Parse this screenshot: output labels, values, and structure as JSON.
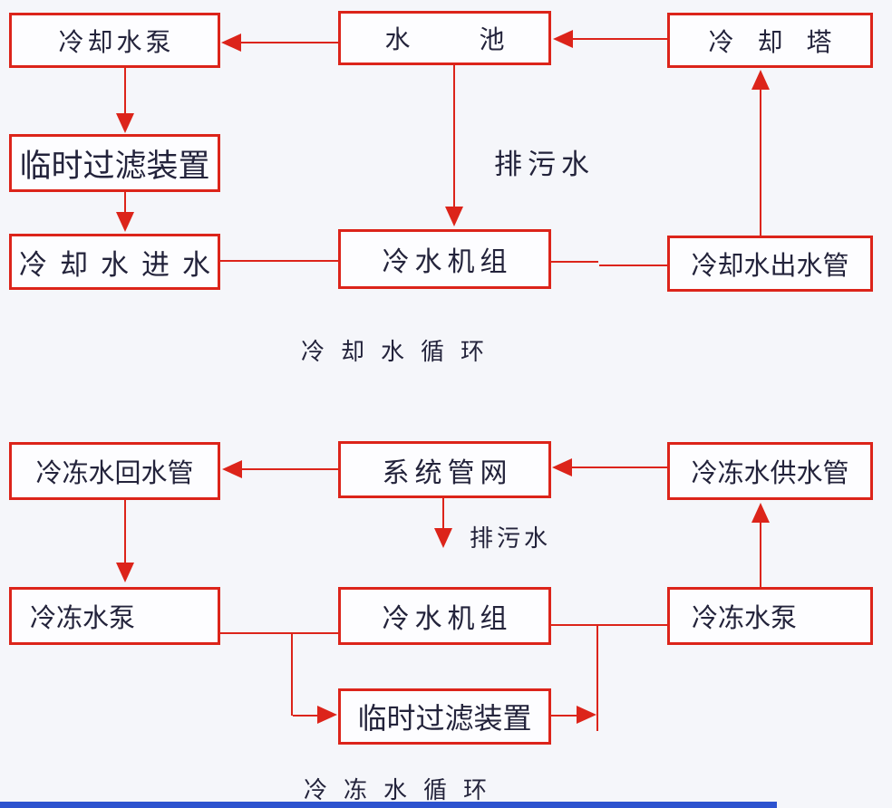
{
  "colors": {
    "red": "#dc241a",
    "background": "#f5f6fa",
    "box_fill": "#fdfdff",
    "text": "#23233b",
    "bottom_bar": "#2d53cf"
  },
  "cooling": {
    "caption": "冷却水循环",
    "drain_label": "排污水",
    "boxes": {
      "pump": "冷却水泵",
      "pool": "水池",
      "tower": "冷却塔",
      "filter": "临时过滤装置",
      "inlet": "冷却水进水",
      "chiller": "冷水机组",
      "outlet_pipe": "冷却水出水管"
    }
  },
  "chilled": {
    "caption": "冷冻水循环",
    "drain_label": "排污水",
    "boxes": {
      "return_pipe": "冷冻水回水管",
      "network": "系统管网",
      "supply_pipe": "冷冻水供水管",
      "pump_left": "冷冻水泵",
      "chiller": "冷水机组",
      "pump_right": "冷冻水泵",
      "filter": "临时过滤装置"
    }
  }
}
